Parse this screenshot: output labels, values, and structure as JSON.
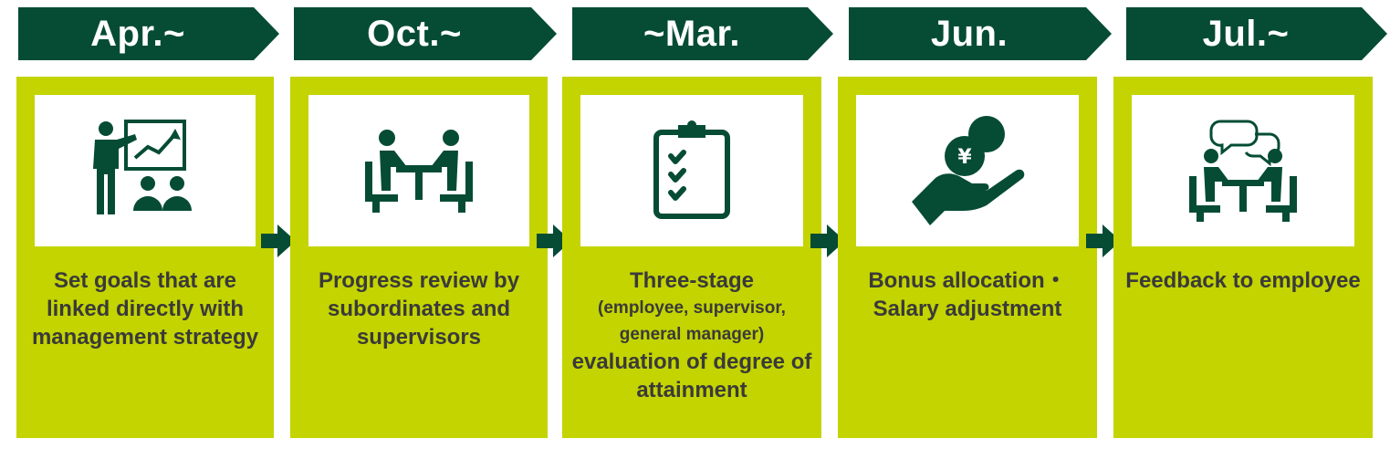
{
  "colors": {
    "header": "#064c35",
    "box": "#c3d400",
    "panel": "#ffffff",
    "icon": "#064c35",
    "caption": "#3a3a3a"
  },
  "steps": [
    {
      "period": "Apr.~",
      "icon": "presentation-icon",
      "lines": [
        "Set goals that are linked directly with management strategy"
      ]
    },
    {
      "period": "Oct.~",
      "icon": "meeting-icon",
      "lines": [
        "Progress review by subordinates and supervisors"
      ]
    },
    {
      "period": "~Mar.",
      "icon": "clipboard-checklist-icon",
      "line1": "Three-stage",
      "sub": "(employee, supervisor, general manager)",
      "line3": "evaluation of degree of attainment"
    },
    {
      "period": "Jun.",
      "icon": "yen-coin-hand-icon",
      "lines": [
        "Bonus allocation・",
        "Salary adjustment"
      ]
    },
    {
      "period": "Jul.~",
      "icon": "feedback-conversation-icon",
      "lines": [
        "Feedback to employee"
      ]
    }
  ]
}
